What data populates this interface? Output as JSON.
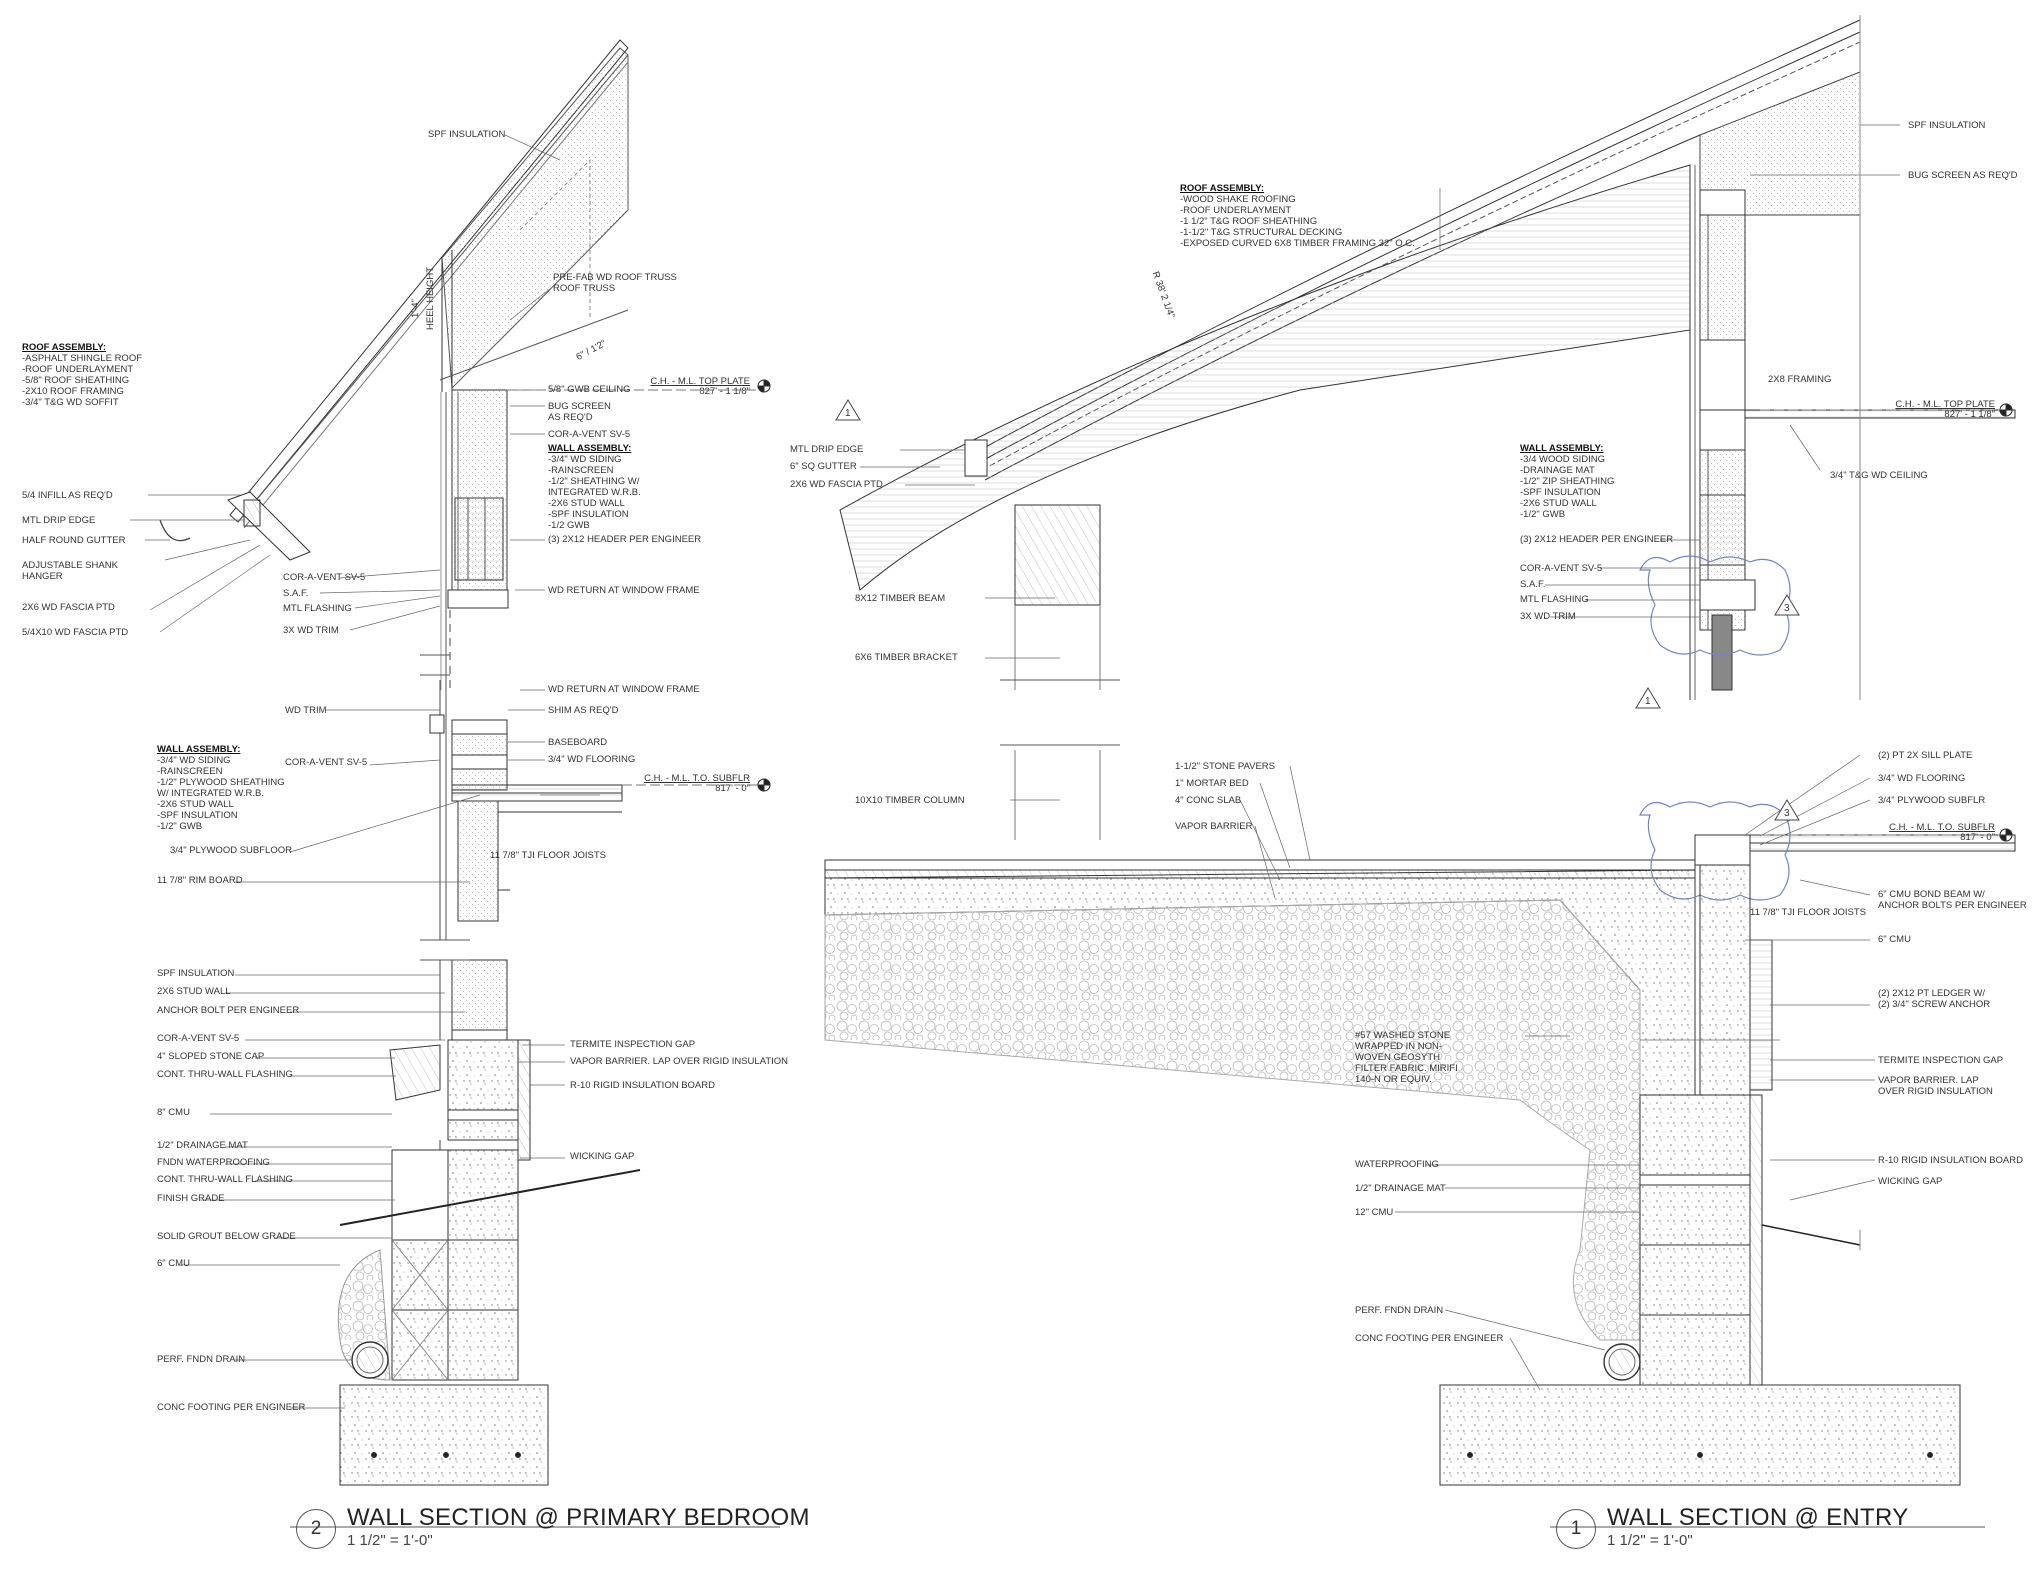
{
  "details": [
    {
      "number": "2",
      "title": "WALL SECTION @ PRIMARY BEDROOM",
      "scale": "1 1/2\" = 1'-0\""
    },
    {
      "number": "1",
      "title": "WALL SECTION @ ENTRY",
      "scale": "1 1/2\" = 1'-0\""
    }
  ],
  "bedroom": {
    "labels": [
      "SPF INSULATION",
      "PRE-FAB WD ROOF TRUSS",
      "HEEL HEIGHT",
      "1'-4\"",
      "6\" / 1'2\"",
      "5/8\" GWB CEILING",
      "BUG SCREEN",
      "AS REQ'D",
      "COR-A-VENT SV-5",
      "(3) 2X12 HEADER PER ENGINEER",
      "WD RETURN AT WINDOW FRAME",
      "5/4 INFILL AS REQ'D",
      "MTL DRIP EDGE",
      "HALF ROUND GUTTER",
      "ADJUSTABLE SHANK",
      "HANGER",
      "2X6 WD FASCIA PTD",
      "5/4X10 WD FASCIA PTD",
      "COR-A-VENT SV-5",
      "S.A.F.",
      "MTL FLASHING",
      "3X WD TRIM",
      "WD RETURN AT WINDOW FRAME",
      "WD TRIM",
      "SHIM AS REQ'D",
      "COR-A-VENT SV-5",
      "BASEBOARD",
      "3/4\" WD FLOORING",
      "3/4\" PLYWOOD SUBFLOOR",
      "11 7/8\" TJI FLOOR JOISTS",
      "11 7/8\" RIM BOARD",
      "SPF INSULATION",
      "2X6 STUD WALL",
      "ANCHOR BOLT PER ENGINEER",
      "COR-A-VENT SV-5",
      "4\" SLOPED STONE CAP",
      "CONT. THRU-WALL FLASHING",
      "8\" CMU",
      "TERMITE INSPECTION GAP",
      "VAPOR BARRIER. LAP OVER RIGID INSULATION",
      "R-10 RIGID INSULATION BOARD",
      "1/2\" DRAINAGE MAT",
      "FNDN WATERPROOFING",
      "CONT. THRU-WALL FLASHING",
      "FINISH GRADE",
      "WICKING GAP",
      "SOLID GROUT BELOW GRADE",
      "6\" CMU",
      "PERF. FNDN DRAIN",
      "CONC FOOTING PER ENGINEER"
    ],
    "roof_assembly": {
      "heading": "ROOF ASSEMBLY:",
      "lines": [
        "-ASPHALT SHINGLE ROOF",
        "-ROOF UNDERLAYMENT",
        "-5/8\" ROOF SHEATHING",
        "-2X10 ROOF FRAMING",
        "-3/4\" T&G WD SOFFIT"
      ]
    },
    "wall_assembly_upper": {
      "heading": "WALL ASSEMBLY:",
      "lines": [
        "-3/4\" WD SIDING",
        "-RAINSCREEN",
        "-1/2\" SHEATHING W/",
        "INTEGRATED W.R.B.",
        "-2X6 STUD WALL",
        "-SPF INSULATION",
        "-1/2 GWB"
      ]
    },
    "wall_assembly_lower": {
      "heading": "WALL ASSEMBLY:",
      "lines": [
        "-3/4\" WD SIDING",
        "-RAINSCREEN",
        "-1/2\" PLYWOOD SHEATHING",
        "W/ INTEGRATED W.R.B.",
        "-2X6 STUD WALL",
        "-SPF INSULATION",
        "-1/2\" GWB"
      ]
    },
    "levels": [
      {
        "name": "C.H. - M.L. TOP PLATE",
        "elev": "827' - 1 1/8\""
      },
      {
        "name": "C.H. - M.L. T.O. SUBFLR",
        "elev": "817' - 0\""
      }
    ]
  },
  "entry": {
    "labels": [
      "SPF INSULATION",
      "BUG SCREEN AS REQ'D",
      "R 38' 2 1/4\"",
      "MTL DRIP EDGE",
      "6\" SQ GUTTER",
      "2X6 WD FASCIA PTD",
      "2X8 FRAMING",
      "3/4\" T&G WD CEILING",
      "(3) 2X12 HEADER PER ENGINEER",
      "COR-A-VENT SV-5",
      "S.A.F.",
      "MTL FLASHING",
      "3X WD TRIM",
      "8X12 TIMBER BEAM",
      "6X6 TIMBER BRACKET",
      "10X10 TIMBER COLUMN",
      "1-1/2\" STONE PAVERS",
      "1\" MORTAR BED",
      "4\" CONC SLAB",
      "VAPOR BARRIER",
      "(2) PT 2X SILL PLATE",
      "3/4\" WD FLOORING",
      "3/4\" PLYWOOD SUBFLR",
      "11 7/8\" TJI FLOOR JOISTS",
      "6\" CMU BOND BEAM W/",
      "ANCHOR BOLTS PER ENGINEER",
      "6\" CMU",
      "(2) 2X12 PT LEDGER W/",
      "(2) 3/4\" SCREW ANCHOR",
      "#57 WASHED STONE",
      "WRAPPED IN NON-",
      "WOVEN GEOSYTH",
      "FILTER FABRIC. MIRIFI",
      "140-N OR EQUIV.",
      "TERMITE INSPECTION GAP",
      "VAPOR BARRIER. LAP",
      "OVER RIGID INSULATION",
      "WATERPROOFING",
      "1/2\" DRAINAGE MAT",
      "12\" CMU",
      "R-10 RIGID INSULATION BOARD",
      "WICKING GAP",
      "PERF. FNDN DRAIN",
      "CONC FOOTING PER ENGINEER"
    ],
    "roof_assembly": {
      "heading": "ROOF ASSEMBLY:",
      "lines": [
        "-WOOD SHAKE ROOFING",
        "-ROOF UNDERLAYMENT",
        "-1 1/2\" T&G ROOF SHEATHING",
        "-1-1/2\" T&G STRUCTURAL DECKING",
        "-EXPOSED CURVED 6X8 TIMBER FRAMING 32\" O.C."
      ]
    },
    "wall_assembly": {
      "heading": "WALL ASSEMBLY:",
      "lines": [
        "-3/4 WOOD SIDING",
        "-DRAINAGE MAT",
        "-1/2\" ZIP SHEATHING",
        "-SPF INSULATION",
        "-2X6 STUD WALL",
        "-1/2\" GWB"
      ]
    },
    "levels": [
      {
        "name": "C.H. - M.L. TOP PLATE",
        "elev": "827' - 1 1/8\""
      },
      {
        "name": "C.H. - M.L. T.O. SUBFLR",
        "elev": "817' - 0\""
      }
    ],
    "revision_tags": [
      "1",
      "1",
      "3",
      "3"
    ]
  }
}
